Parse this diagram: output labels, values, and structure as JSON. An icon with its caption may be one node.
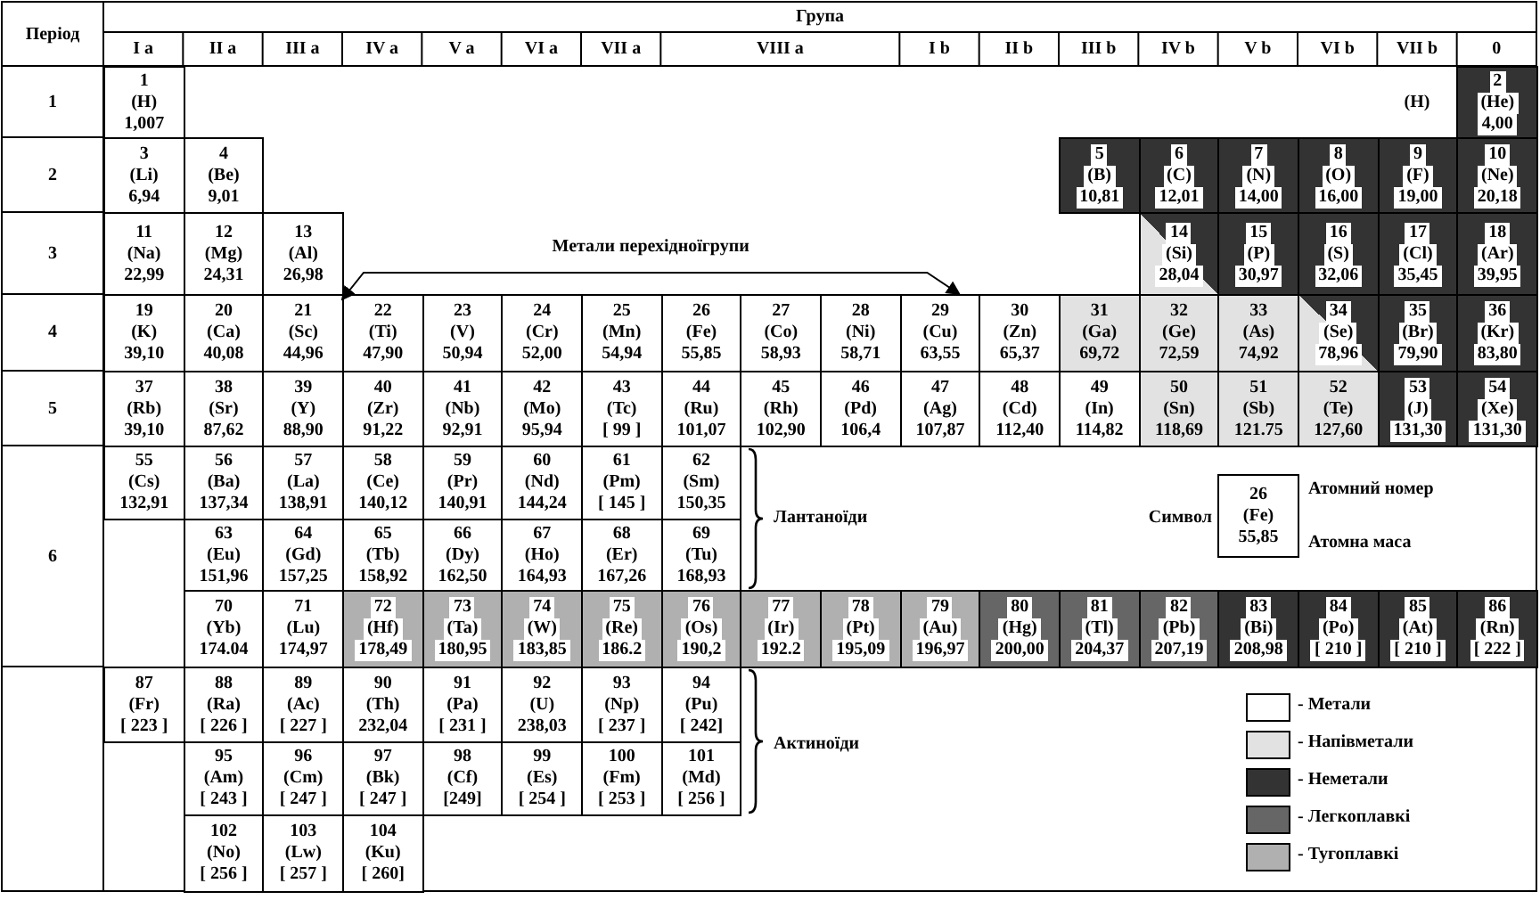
{
  "diagram": {
    "nodes": [
      {
        "text": [
          "1",
          "(H)",
          "1,007"
        ]
      },
      {
        "text": [
          "2",
          "(He)",
          "4,00"
        ]
      },
      {
        "text": [
          "3",
          "(Li)",
          "6,94"
        ]
      },
      {
        "text": [
          "4",
          "(Be)",
          "9,01"
        ]
      },
      {
        "text": [
          "5",
          "(B)",
          "10,81"
        ]
      },
      {
        "text": [
          "6",
          "(C)",
          "12,01"
        ]
      },
      {
        "text": [
          "7",
          "(N)",
          "14,00"
        ]
      },
      {
        "text": [
          "8",
          "(O)",
          "16,00"
        ]
      },
      {
        "text": [
          "9",
          "(F)",
          "19,00"
        ]
      },
      {
        "text": [
          "10",
          "(Ne)",
          "20,18"
        ]
      },
      {
        "text": [
          "11",
          "(Na)",
          "22,99"
        ]
      },
      {
        "text": [
          "12",
          "(Mg)",
          "24,31"
        ]
      },
      {
        "text": [
          "13",
          "(Al)",
          "26,98"
        ]
      },
      {
        "text": [
          "14",
          "(Si)",
          "28,04"
        ]
      },
      {
        "text": [
          "15",
          "(P)",
          "30,97"
        ]
      },
      {
        "text": [
          "16",
          "(S)",
          "32,06"
        ]
      },
      {
        "text": [
          "17",
          "(Cl)",
          "35,45"
        ]
      },
      {
        "text": [
          "18",
          "(Ar)",
          "39,95"
        ]
      },
      {
        "text": [
          "19",
          "(K)",
          "39,10"
        ]
      },
      {
        "text": [
          "20",
          "(Ca)",
          "40,08"
        ]
      },
      {
        "text": [
          "21",
          "(Sc)",
          "44,96"
        ]
      },
      {
        "text": [
          "22",
          "(Ti)",
          "47,90"
        ]
      },
      {
        "text": [
          "23",
          "(V)",
          "50,94"
        ]
      },
      {
        "text": [
          "24",
          "(Cr)",
          "52,00"
        ]
      },
      {
        "text": [
          "25",
          "(Mn)",
          "54,94"
        ]
      },
      {
        "text": [
          "26",
          "(Fe)",
          "55,85"
        ]
      },
      {
        "text": [
          "27",
          "(Co)",
          "58,93"
        ]
      },
      {
        "text": [
          "28",
          "(Ni)",
          "58,71"
        ]
      },
      {
        "text": [
          "29",
          "(Cu)",
          "63,55"
        ]
      },
      {
        "text": [
          "30",
          "(Zn)",
          "65,37"
        ]
      },
      {
        "text": [
          "31",
          "(Ga)",
          "69,72"
        ]
      },
      {
        "text": [
          "32",
          "(Ge)",
          "72,59"
        ]
      },
      {
        "text": [
          "33",
          "(As)",
          "74,92"
        ]
      },
      {
        "text": [
          "34",
          "(Se)",
          "78,96"
        ]
      },
      {
        "text": [
          "35",
          "(Br)",
          "79,90"
        ]
      },
      {
        "text": [
          "36",
          "(Kr)",
          "83,80"
        ]
      },
      {
        "text": [
          "37",
          "(Rb)",
          "39,10"
        ]
      },
      {
        "text": [
          "38",
          "(Sr)",
          "87,62"
        ]
      },
      {
        "text": [
          "39",
          "(Y)",
          "88,90"
        ]
      },
      {
        "text": [
          "40",
          "(Zr)",
          "91,22"
        ]
      },
      {
        "text": [
          "41",
          "(Nb)",
          "92,91"
        ]
      },
      {
        "text": [
          "42",
          "(Mo)",
          "95,94"
        ]
      },
      {
        "text": [
          "43",
          "(Tc)",
          "[ 99 ]"
        ]
      },
      {
        "text": [
          "44",
          "(Ru)",
          "101,07"
        ]
      },
      {
        "text": [
          "45",
          "(Rh)",
          "102,90"
        ]
      },
      {
        "text": [
          "46",
          "(Pd)",
          "106,4"
        ]
      },
      {
        "text": [
          "47",
          "(Ag)",
          "107,87"
        ]
      },
      {
        "text": [
          "48",
          "(Cd)",
          "112,40"
        ]
      },
      {
        "text": [
          "49",
          "(In)",
          "114,82"
        ]
      },
      {
        "text": [
          "50",
          "(Sn)",
          "118,69"
        ]
      },
      {
        "text": [
          "51",
          "(Sb)",
          "121.75"
        ]
      },
      {
        "text": [
          "52",
          "(Te)",
          "127,60"
        ]
      },
      {
        "text": [
          "53",
          "(J)",
          "131,30"
        ]
      },
      {
        "text": [
          "54",
          "(Xe)",
          "131,30"
        ]
      },
      {
        "text": [
          "55",
          "(Cs)",
          "132,91"
        ]
      },
      {
        "text": [
          "56",
          "(Ba)",
          "137,34"
        ]
      },
      {
        "text": [
          "57",
          "(La)",
          "138,91"
        ]
      },
      {
        "text": [
          "58",
          "(Ce)",
          "140,12"
        ]
      },
      {
        "text": [
          "59",
          "(Pr)",
          "140,91"
        ]
      },
      {
        "text": [
          "60",
          "(Nd)",
          "144,24"
        ]
      },
      {
        "text": [
          "61",
          "(Pm)",
          "[ 145 ]"
        ]
      },
      {
        "text": [
          "62",
          "(Sm)",
          "150,35"
        ]
      },
      {
        "text": [
          "63",
          "(Eu)",
          "151,96"
        ]
      },
      {
        "text": [
          "64",
          "(Gd)",
          "157,25"
        ]
      },
      {
        "text": [
          "65",
          "(Tb)",
          "158,92"
        ]
      },
      {
        "text": [
          "66",
          "(Dy)",
          "162,50"
        ]
      },
      {
        "text": [
          "67",
          "(Ho)",
          "164,93"
        ]
      },
      {
        "text": [
          "68",
          "(Er)",
          "167,26"
        ]
      },
      {
        "text": [
          "69",
          "(Tu)",
          "168,93"
        ]
      },
      {
        "text": [
          "70",
          "(Yb)",
          "174.04"
        ]
      },
      {
        "text": [
          "71",
          "(Lu)",
          "174,97"
        ]
      },
      {
        "text": [
          "72",
          "(Hf)",
          "178,49"
        ]
      },
      {
        "text": [
          "73",
          "(Ta)",
          "180,95"
        ]
      },
      {
        "text": [
          "74",
          "(W)",
          "183,85"
        ]
      },
      {
        "text": [
          "75",
          "(Re)",
          "186.2"
        ]
      },
      {
        "text": [
          "76",
          "(Os)",
          "190,2"
        ]
      },
      {
        "text": [
          "77",
          "(Ir)",
          "192.2"
        ]
      },
      {
        "text": [
          "78",
          "(Pt)",
          "195,09"
        ]
      },
      {
        "text": [
          "79",
          "(Au)",
          "196,97"
        ]
      },
      {
        "text": [
          "80",
          "(Hg)",
          "200,00"
        ]
      },
      {
        "text": [
          "81",
          "(Tl)",
          "204,37"
        ]
      },
      {
        "text": [
          "82",
          "(Pb)",
          "207,19"
        ]
      },
      {
        "text": [
          "83",
          "(Bi)",
          "208,98"
        ]
      },
      {
        "text": [
          "84",
          "(Po)",
          "[ 210 ]"
        ]
      },
      {
        "text": [
          "85",
          "(At)",
          "[ 210 ]"
        ]
      },
      {
        "text": [
          "86",
          "(Rn)",
          "[ 222 ]"
        ]
      },
      {
        "text": [
          "87",
          "(Fr)",
          "[ 223 ]"
        ]
      },
      {
        "text": [
          "88",
          "(Ra)",
          "[ 226 ]"
        ]
      },
      {
        "text": [
          "89",
          "(Ac)",
          "[ 227 ]"
        ]
      },
      {
        "text": [
          "90",
          "(Th)",
          "232,04"
        ]
      },
      {
        "text": [
          "91",
          "(Pa)",
          "[ 231 ]"
        ]
      },
      {
        "text": [
          "92",
          "(U)",
          "238,03"
        ]
      },
      {
        "text": [
          "93",
          "(Np)",
          "[ 237 ]"
        ]
      },
      {
        "text": [
          "94",
          "(Pu)",
          "[ 242]"
        ]
      },
      {
        "text": [
          "95",
          "(Am)",
          "[ 243 ]"
        ]
      },
      {
        "text": [
          "96",
          "(Cm)",
          "[ 247 ]"
        ]
      },
      {
        "text": [
          "97",
          "(Bk)",
          "[ 247 ]"
        ]
      },
      {
        "text": [
          "98",
          "(Cf)",
          "[249]"
        ]
      },
      {
        "text": [
          "99",
          "(Es)",
          "[ 254 ]"
        ]
      },
      {
        "text": [
          "100",
          "(Fm)",
          "[ 253 ]"
        ]
      },
      {
        "text": [
          "101",
          "(Md)",
          "[ 256 ]"
        ]
      },
      {
        "text": [
          "102",
          "(No)",
          "[ 256 ]"
        ]
      },
      {
        "text": [
          "103",
          "(Lw)",
          "[ 257 ]"
        ]
      },
      {
        "text": [
          "104",
          "(Ku)",
          "[ 260]"
        ]
      },
      {
        "text": [
          "26",
          "(Fe)",
          "55,85"
        ]
      }
    ],
    "edges": [
      {
        "from": 20,
        "to": 28,
        "arrow": "both",
        "label": "Метали перехідноїгрупи"
      }
    ],
    "labels": [
      "Період",
      "Група",
      "I a",
      "II a",
      "III a",
      "IV a",
      "V a",
      "VI a",
      "VII a",
      "VIII a",
      "I b",
      "II b",
      "III b",
      "IV b",
      "V b",
      "VI b",
      "VII b",
      "0",
      "1",
      "(H)",
      "2",
      "3",
      "4",
      "5",
      "6",
      "Лантаноїди",
      "Символ",
      "Атомний номер",
      "Атомна маса",
      "Актиноїди"
    ],
    "legend": [
      {
        "text": "- Метали",
        "color": "#ffffff"
      },
      {
        "text": "- Напівметали",
        "color": "#e2e2e2"
      },
      {
        "text": "- Неметали",
        "color": "#333333"
      },
      {
        "text": "- Легкоплавкі",
        "color": "#666666"
      },
      {
        "text": "- Тугоплавкі",
        "color": "#b0b0b0"
      }
    ]
  }
}
